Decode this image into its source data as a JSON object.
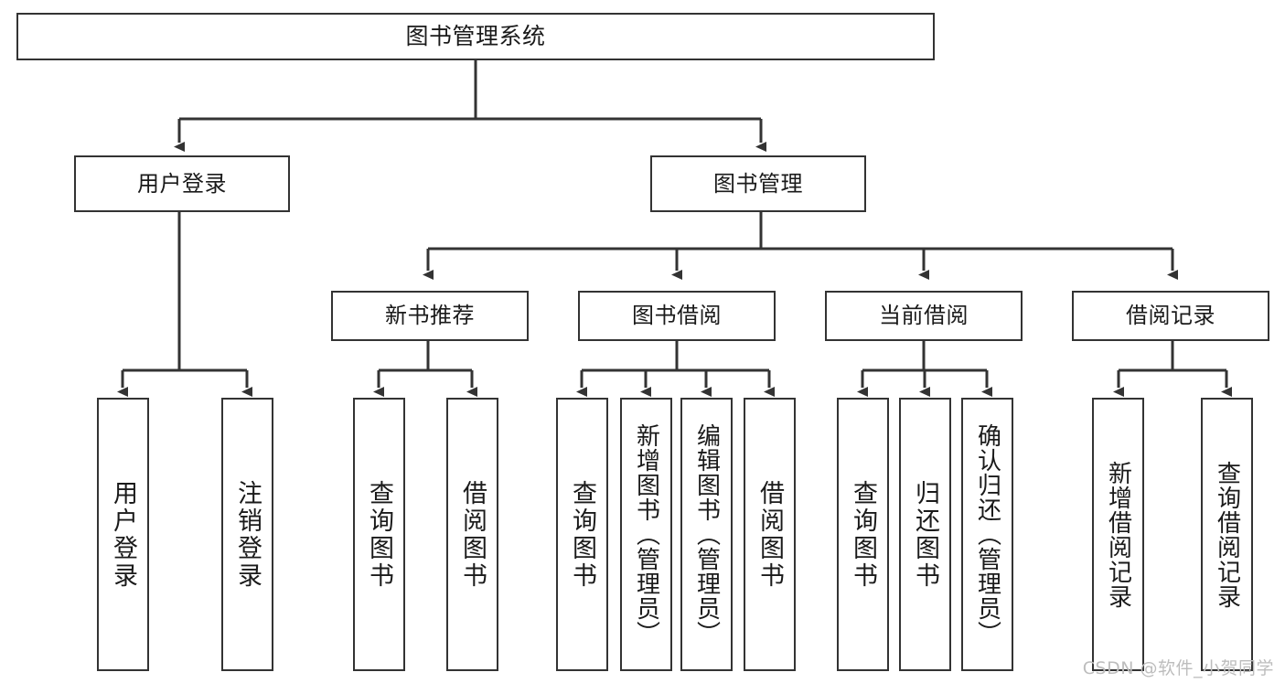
{
  "diagram": {
    "title": "图书管理系统",
    "type": "功能结构图",
    "stroke_color": "#333333",
    "text_color": "#1a1a1a",
    "background": "#ffffff"
  },
  "nodes": {
    "root": {
      "label": "图书管理系统"
    },
    "level2": [
      {
        "id": "user-login",
        "label": "用户登录"
      },
      {
        "id": "book-manage",
        "label": "图书管理"
      }
    ],
    "level3": [
      {
        "id": "new-book-recommend",
        "label": "新书推荐"
      },
      {
        "id": "book-borrow",
        "label": "图书借阅"
      },
      {
        "id": "current-borrow",
        "label": "当前借阅"
      },
      {
        "id": "borrow-record",
        "label": "借阅记录"
      }
    ],
    "leaves": {
      "user_login": [
        {
          "id": "leaf-user-login",
          "label": "用户登录"
        },
        {
          "id": "leaf-logout-login",
          "label": "注销登录"
        }
      ],
      "new_book_recommend": [
        {
          "id": "leaf-query-book-1",
          "label": "查询图书"
        },
        {
          "id": "leaf-borrow-book-1",
          "label": "借阅图书"
        }
      ],
      "book_borrow": [
        {
          "id": "leaf-query-book-2",
          "label": "查询图书"
        },
        {
          "id": "leaf-add-book-admin",
          "label": "新增图书（管理员）"
        },
        {
          "id": "leaf-edit-book-admin",
          "label": "编辑图书（管理员）"
        },
        {
          "id": "leaf-borrow-book-2",
          "label": "借阅图书"
        }
      ],
      "current_borrow": [
        {
          "id": "leaf-query-book-3",
          "label": "查询图书"
        },
        {
          "id": "leaf-return-book",
          "label": "归还图书"
        },
        {
          "id": "leaf-confirm-return-admin",
          "label": "确认归还（管理员）"
        }
      ],
      "borrow_record": [
        {
          "id": "leaf-add-borrow-record",
          "label": "新增借阅记录"
        },
        {
          "id": "leaf-query-borrow-record",
          "label": "查询借阅记录"
        }
      ]
    }
  },
  "watermark": {
    "text": "CSDN @软件_小贺同学"
  }
}
